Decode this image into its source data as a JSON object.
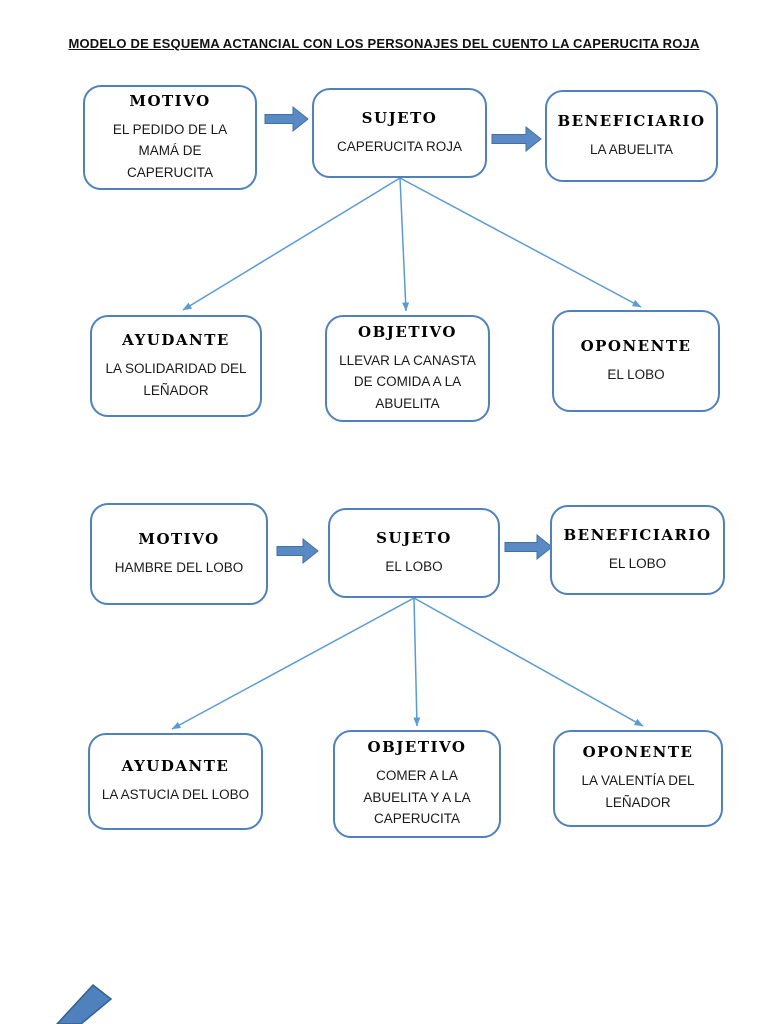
{
  "title": "MODELO DE ESQUEMA ACTANCIAL CON LOS PERSONAJES DEL CUENTO LA CAPERUCITA ROJA",
  "colors": {
    "box_border": "#4f81bd",
    "block_arrow_fill": "#5a8ac6",
    "block_arrow_stroke": "#41719c",
    "connector_arrow": "#5b9bd5",
    "text": "#1a1a1a"
  },
  "diagram1": {
    "motivo": {
      "heading": "MOTIVO",
      "body": "EL PEDIDO DE LA\nMAMÁ DE\nCAPERUCITA"
    },
    "sujeto": {
      "heading": "SUJETO",
      "body": "CAPERUCITA ROJA"
    },
    "beneficiario": {
      "heading": "BENEFICIARIO",
      "body": "LA ABUELITA"
    },
    "ayudante": {
      "heading": "AYUDANTE",
      "body": "LA SOLIDARIDAD DEL\nLEÑADOR"
    },
    "objetivo": {
      "heading": "OBJETIVO",
      "body": "LLEVAR LA CANASTA\nDE COMIDA A LA\nABUELITA"
    },
    "oponente": {
      "heading": "OPONENTE",
      "body": "EL LOBO"
    }
  },
  "diagram2": {
    "motivo": {
      "heading": "MOTIVO",
      "body": "HAMBRE DEL LOBO"
    },
    "sujeto": {
      "heading": "SUJETO",
      "body": "EL LOBO"
    },
    "beneficiario": {
      "heading": "BENEFICIARIO",
      "body": "EL LOBO"
    },
    "ayudante": {
      "heading": "AYUDANTE",
      "body": "LA ASTUCIA DEL LOBO"
    },
    "objetivo": {
      "heading": "OBJETIVO",
      "body": "COMER A LA\nABUELITA Y A LA\nCAPERUCITA"
    },
    "oponente": {
      "heading": "OPONENTE",
      "body": "LA VALENTÍA DEL\nLEÑADOR"
    }
  }
}
